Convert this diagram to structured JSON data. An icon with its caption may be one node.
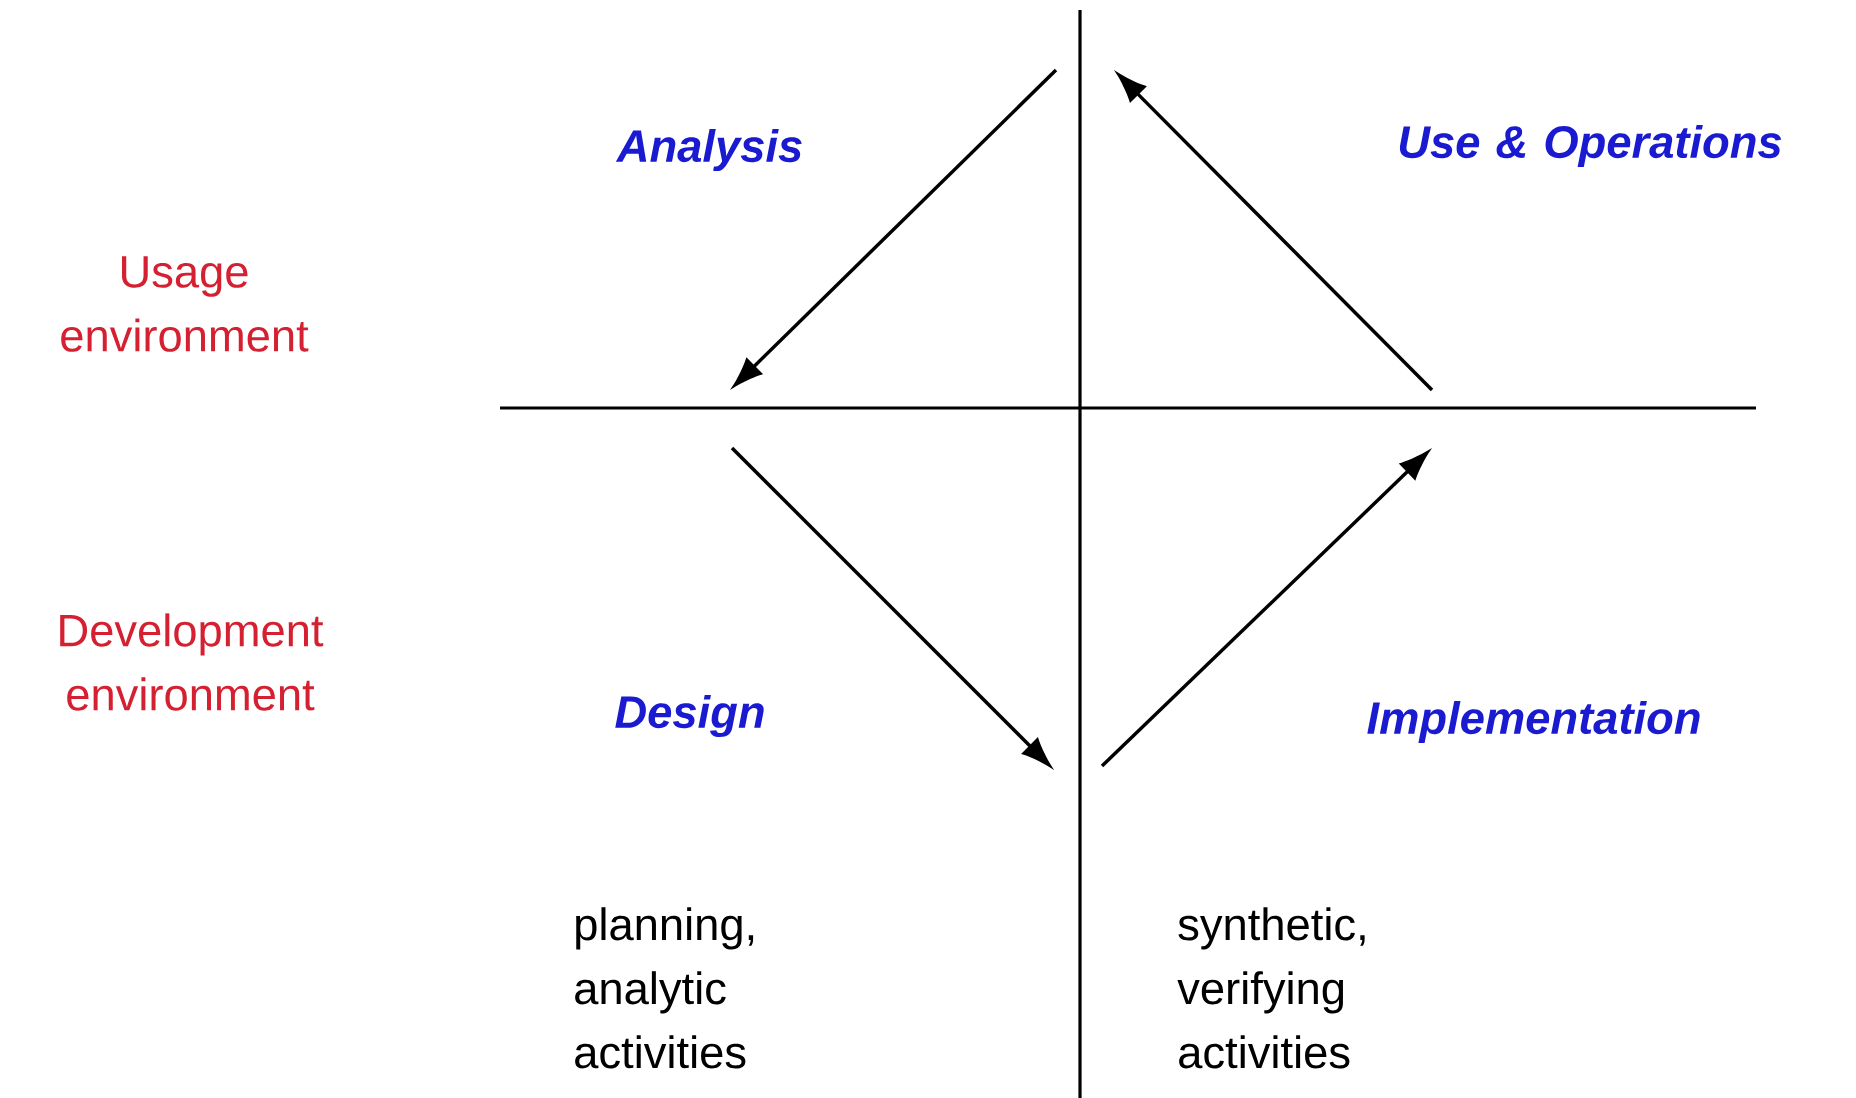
{
  "diagram": {
    "labels": [
      "Usage environment",
      "Analysis",
      "Use & Operations",
      "Development environment",
      "Design",
      "Implementation",
      "planning, analytic activities",
      "synthetic, verifying activities"
    ]
  }
}
